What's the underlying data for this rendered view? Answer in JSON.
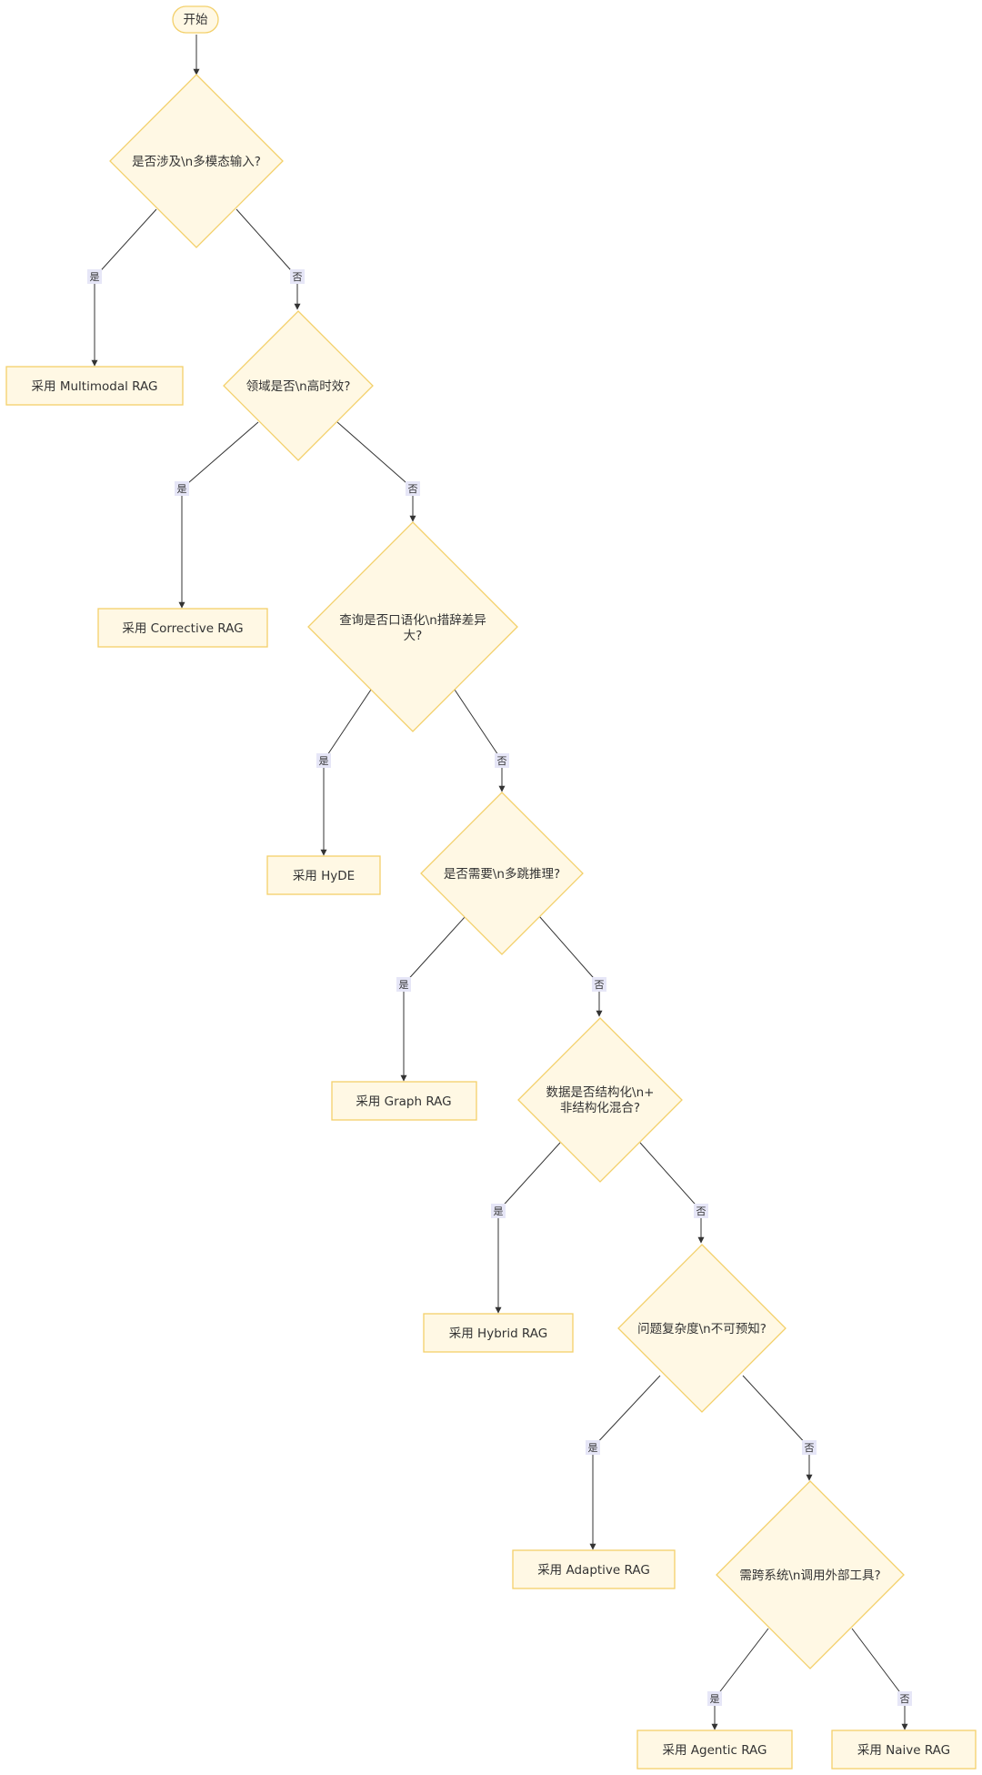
{
  "diagram": {
    "type": "flowchart",
    "nodes": {
      "start": "开始",
      "q1": "是否涉及\\n多模态输入?",
      "r_multimodal": "采用 Multimodal RAG",
      "q2": "领域是否\\n高时效?",
      "r_corrective": "采用 Corrective RAG",
      "q3_line1": "查询是否口语化\\n措辞差异",
      "q3_line2": "大?",
      "r_hyde": "采用 HyDE",
      "q4": "是否需要\\n多跳推理?",
      "r_graph": "采用 Graph RAG",
      "q5_line1": "数据是否结构化\\n+",
      "q5_line2": "非结构化混合?",
      "r_hybrid": "采用 Hybrid RAG",
      "q6": "问题复杂度\\n不可预知?",
      "r_adaptive": "采用 Adaptive RAG",
      "q7": "需跨系统\\n调用外部工具?",
      "r_agentic": "采用 Agentic RAG",
      "r_naive": "采用 Naive RAG"
    },
    "edge_labels": {
      "yes": "是",
      "no": "否"
    },
    "colors": {
      "node_fill": "#fff8e4",
      "node_stroke": "#f3d06a",
      "edge": "#333333",
      "label_bg": "#e6e6f7"
    }
  }
}
